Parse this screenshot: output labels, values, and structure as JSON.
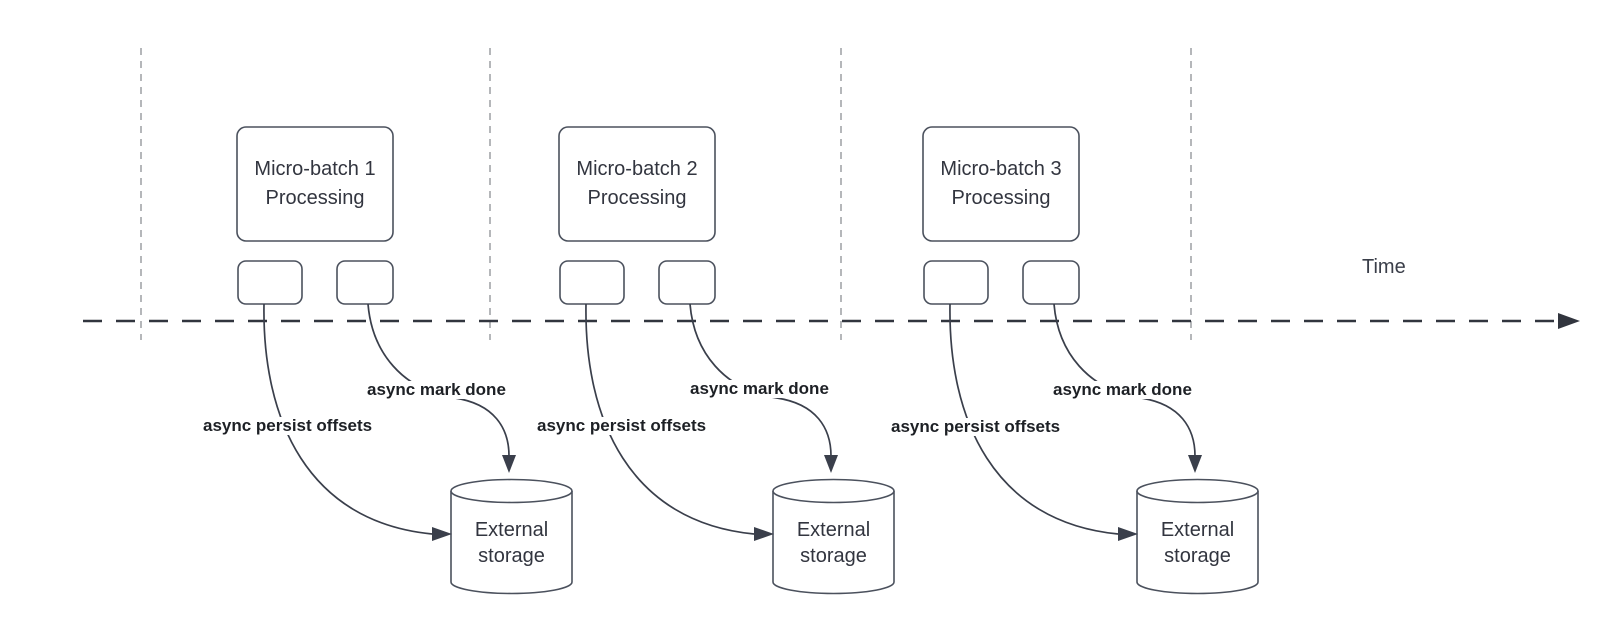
{
  "diagram": {
    "timeline": {
      "label": "Time"
    },
    "groups": [
      {
        "title_line1": "Micro-batch 1",
        "title_line2": "Processing",
        "persist_arrow_label": "async persist offsets",
        "mark_done_arrow_label": "async mark done",
        "storage_label": "External storage"
      },
      {
        "title_line1": "Micro-batch 2",
        "title_line2": "Processing",
        "persist_arrow_label": "async persist offsets",
        "mark_done_arrow_label": "async mark done",
        "storage_label": "External storage"
      },
      {
        "title_line1": "Micro-batch 3",
        "title_line2": "Processing",
        "persist_arrow_label": "async persist offsets",
        "mark_done_arrow_label": "async mark done",
        "storage_label": "External storage"
      }
    ],
    "colors": {
      "background": "#ffffff",
      "shape_stroke": "#4b515d",
      "arrow_stroke": "#3a3f4b",
      "timeline_stroke": "#31353e",
      "lane_divider": "#b5b7ba",
      "node_text": "#32353f",
      "edge_label_text": "#1d2025"
    }
  }
}
